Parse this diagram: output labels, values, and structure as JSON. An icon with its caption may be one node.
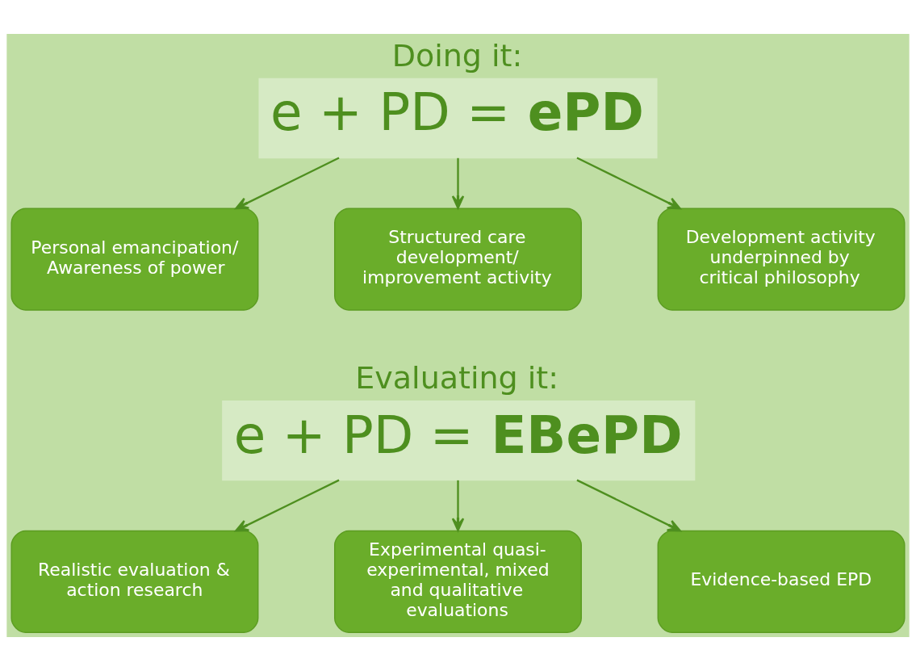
{
  "diagram": {
    "nodes": [
      {
        "text": [
          "Doing it:",
          "e + PD = **ePD**"
        ]
      },
      {
        "text": [
          "Personal emancipation/ Awareness of power"
        ]
      },
      {
        "text": [
          "Structured care development/ improvement activity"
        ]
      },
      {
        "text": [
          "Development activity underpinned by critical philosophy"
        ]
      },
      {
        "text": [
          "Evaluating it:",
          "e + PD = **EBePD**"
        ]
      },
      {
        "text": [
          "Realistic evaluation & action research"
        ]
      },
      {
        "text": [
          "Experimental quasi-experimental, mixed and qualitative evaluations"
        ]
      },
      {
        "text": [
          "Evidence-based EPD"
        ]
      }
    ],
    "edges": [
      {
        "from": 0,
        "to": 1,
        "arrow": "to"
      },
      {
        "from": 0,
        "to": 2,
        "arrow": "to"
      },
      {
        "from": 0,
        "to": 3,
        "arrow": "to"
      },
      {
        "from": 4,
        "to": 5,
        "arrow": "to"
      },
      {
        "from": 4,
        "to": 6,
        "arrow": "to"
      },
      {
        "from": 4,
        "to": 7,
        "arrow": "to"
      }
    ]
  }
}
